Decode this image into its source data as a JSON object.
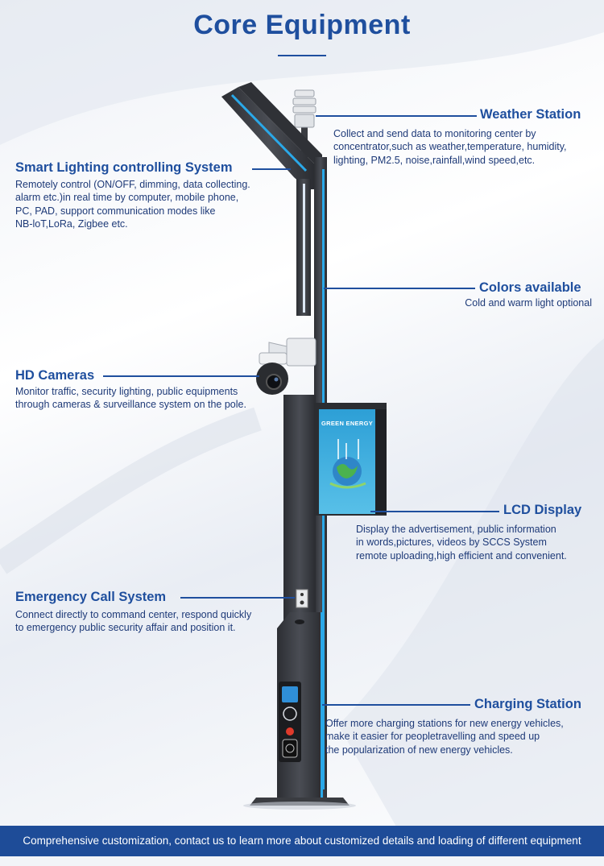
{
  "header": {
    "title": "Core Equipment"
  },
  "features": {
    "weather": {
      "title": "Weather Station",
      "lines": [
        "Collect and send data to monitoring center by",
        "concentrator,such as weather,temperature, humidity,",
        "lighting, PM2.5, noise,rainfall,wind speed,etc."
      ]
    },
    "lighting": {
      "title": "Smart Lighting controlling System",
      "lines": [
        "Remotely control (ON/OFF, dimming, data collecting.",
        "alarm etc.)in real time by computer, mobile phone,",
        "PC, PAD, support communication modes like",
        "NB-loT,LoRa, Zigbee etc."
      ]
    },
    "colors": {
      "title": "Colors available",
      "lines": [
        "Cold and warm light optional"
      ]
    },
    "cameras": {
      "title": "HD Cameras",
      "lines": [
        "Monitor traffic, security lighting, public equipments",
        "through cameras & surveillance system on the pole."
      ]
    },
    "lcd": {
      "title": "LCD Display",
      "lines": [
        "Display the advertisement, public information",
        "in words,pictures, videos by SCCS System",
        "remote uploading,high efficient and convenient."
      ]
    },
    "emergency": {
      "title": "Emergency Call System",
      "lines": [
        "Connect directly to command center, respond quickly",
        "to emergency public security affair and position it."
      ]
    },
    "charging": {
      "title": "Charging Station",
      "lines": [
        "Offer more charging stations for new energy vehicles,",
        "make it easier for peopletravelling and speed up",
        "the popularization of new energy vehicles."
      ]
    }
  },
  "screen": {
    "text": "GREEN ENERGY"
  },
  "footer": {
    "text": "Comprehensive customization, contact us to learn more about customized details and loading of different equipment"
  },
  "colors": {
    "accent": "#1f4f9e",
    "pole": "#3d4046",
    "glow": "#2aa8e8"
  },
  "icons": [
    "weather-sensor-icon",
    "camera-icon",
    "globe-icon",
    "charging-plug-icon"
  ]
}
